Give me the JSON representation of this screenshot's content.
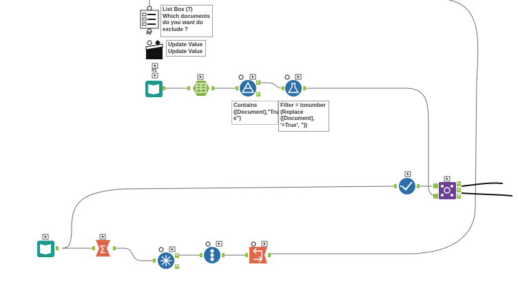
{
  "workflow": {
    "list_box": {
      "title": "List Box (7)",
      "line1": "Which documents",
      "line2": "do you want do",
      "line3": "exclude ?",
      "conn_label": "#1"
    },
    "update_value": {
      "line1": "Update Value",
      "line2": "Update Value",
      "conn_label": "#1"
    },
    "contains_annotation": {
      "line1": "Contains",
      "line2": "([Document],\"Tru",
      "line3": "e\")"
    },
    "filter_annotation": {
      "line1": "Filter = tonumber",
      "line2": "(Replace",
      "line3": "([Document],",
      "line4": "'=True', ''))"
    },
    "anchors": {
      "true": "T",
      "false": "F",
      "left": "L",
      "join": "J",
      "right": "R",
      "unique": "U",
      "dup": "D"
    }
  },
  "colors": {
    "input_tool": "#1a9a8c",
    "sort_tool": "#7fb23e",
    "parse_tool": "#2c6fa8",
    "formula_tool": "#2c6fa8",
    "summarize_tool": "#e0664a",
    "join_tool": "#6a3f95",
    "connector": "#666666",
    "anchor": "#8cc63f"
  }
}
